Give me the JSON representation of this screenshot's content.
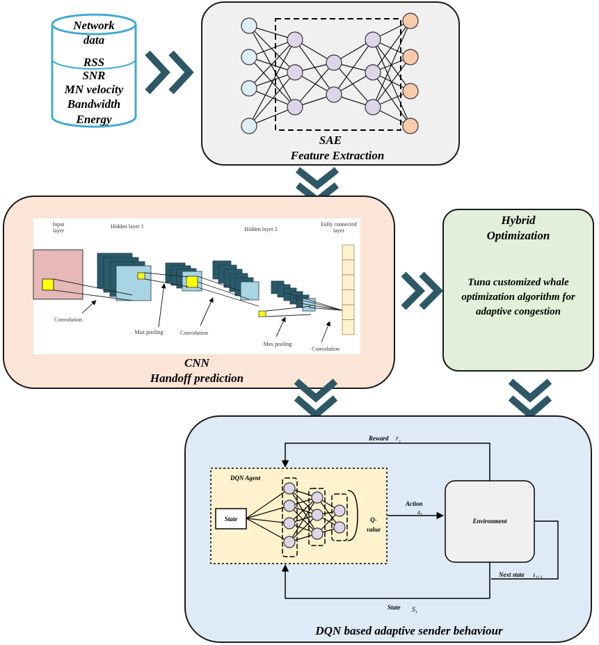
{
  "network_data": {
    "title_line1": "Network",
    "title_line2": "data",
    "items": [
      "RSS",
      "SNR",
      "MN velocity",
      "Bandwidth",
      "Energy"
    ]
  },
  "sae": {
    "title": "SAE",
    "subtitle": "Feature Extraction"
  },
  "cnn": {
    "title": "CNN",
    "subtitle": "Handoff prediction",
    "layers": {
      "input": [
        "Input",
        "layer"
      ],
      "hidden1": "Hidden layer 1",
      "hidden2": "Hidden layer 2",
      "fully_connected": [
        "Fully connected",
        "layer"
      ],
      "convolution": "Convolution",
      "max_pooling": "Max pooling"
    }
  },
  "hybrid": {
    "title_line1": "Hybrid",
    "title_line2": "Optimization",
    "desc_line1": "Tuna customized whale",
    "desc_line2": "optimization algorithm for",
    "desc_line3": "adaptive congestion"
  },
  "dqn": {
    "title": "DQN based adaptive sender behaviour",
    "agent": "DQN Agent",
    "state_box": "State",
    "q_value_line1": "Q-",
    "q_value_line2": "value",
    "environment": "Environment",
    "reward": "Reward",
    "reward_sym": "r",
    "reward_sub": "t",
    "action": "Action",
    "action_sym": "a",
    "action_sub": "t",
    "next_state": "Next state",
    "next_state_sym": "s",
    "next_state_sub": "t+1",
    "state": "State",
    "state_sym": "S",
    "state_sub": "t"
  },
  "colors": {
    "chevron": "#2e5866",
    "sae_bg": "#f0f0f0",
    "cnn_bg": "#fbe5d6",
    "hybrid_bg": "#e2efda",
    "dqn_bg": "#deebf7",
    "agent_bg": "#fff2cc",
    "node_input": "#ddeef6",
    "node_hidden": "#ddd5e8",
    "node_output": "#f8cbad",
    "cube_dark": "#2a5a6a",
    "cube_light": "#a9d4e4"
  }
}
